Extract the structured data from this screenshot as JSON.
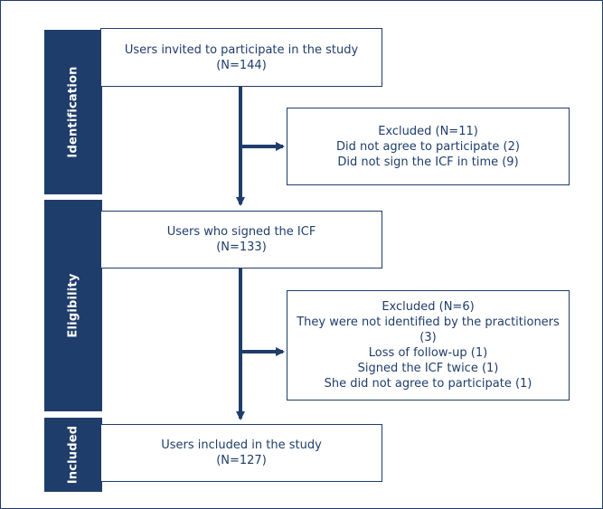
{
  "stages": [
    {
      "label": "Identification"
    },
    {
      "label": "Eligibility"
    },
    {
      "label": "Included"
    }
  ],
  "boxes": {
    "invited": {
      "line1": "Users invited to participate in the study",
      "line2": "(N=144)"
    },
    "excluded1": {
      "line1": "Excluded (N=11)",
      "line2": "Did not agree to participate (2)",
      "line3": "Did not sign the ICF in time (9)"
    },
    "signed": {
      "line1": "Users who signed the ICF",
      "line2": "(N=133)"
    },
    "excluded2": {
      "line1": "Excluded (N=6)",
      "line2": "They were not identified by the practitioners (3)",
      "line3": "Loss of follow-up (1)",
      "line4": "Signed the ICF twice (1)",
      "line5": "She did not agree to participate (1)"
    },
    "included": {
      "line1": "Users included in the study",
      "line2": "(N=127)"
    }
  },
  "colors": {
    "primary": "#1f3d6b",
    "background": "#ffffff"
  }
}
